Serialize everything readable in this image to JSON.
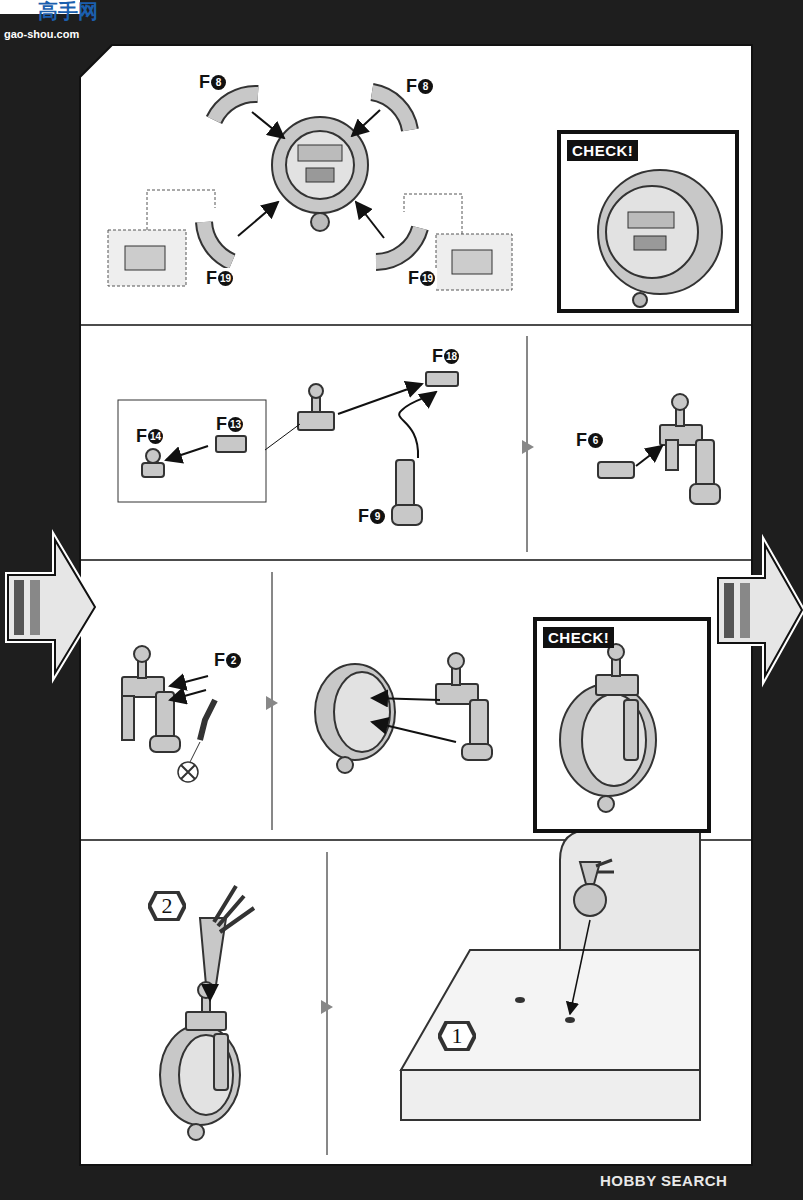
{
  "diagram": {
    "nodes": [
      {
        "text": [
          "CHECK!"
        ]
      },
      {
        "text": [
          "CHECK!"
        ]
      },
      {
        "text": [
          "2"
        ]
      },
      {
        "text": [
          "1"
        ]
      }
    ],
    "labels": [
      "高手网",
      "gao-shou.com",
      "F8",
      "F8",
      "F19",
      "F19",
      "F18",
      "F14",
      "F13",
      "F9",
      "F6",
      "F2",
      "HOBBY SEARCH"
    ]
  }
}
